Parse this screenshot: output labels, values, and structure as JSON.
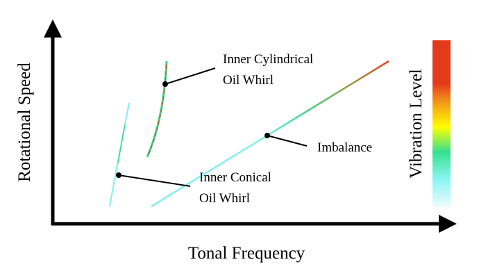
{
  "axes": {
    "y_label": "Rotational Speed",
    "x_label": "Tonal Frequency"
  },
  "colorbar": {
    "label": "Vibration Level",
    "colors": [
      "#e33a1a",
      "#e33a1a",
      "#f0901a",
      "#ffff00",
      "#35e08f",
      "#8ff5f5",
      "#effcfc"
    ]
  },
  "annotations": {
    "cylindrical": [
      "Inner Cylindrical",
      "Oil Whirl"
    ],
    "imbalance": "Imbalance",
    "conical": [
      "Inner Conical",
      "Oil Whirl"
    ]
  },
  "colors": {
    "axis": "#000000",
    "trace_low": "#7ff0ee",
    "trace_mid": "#3ed68a",
    "trace_high": "#e0401c"
  }
}
